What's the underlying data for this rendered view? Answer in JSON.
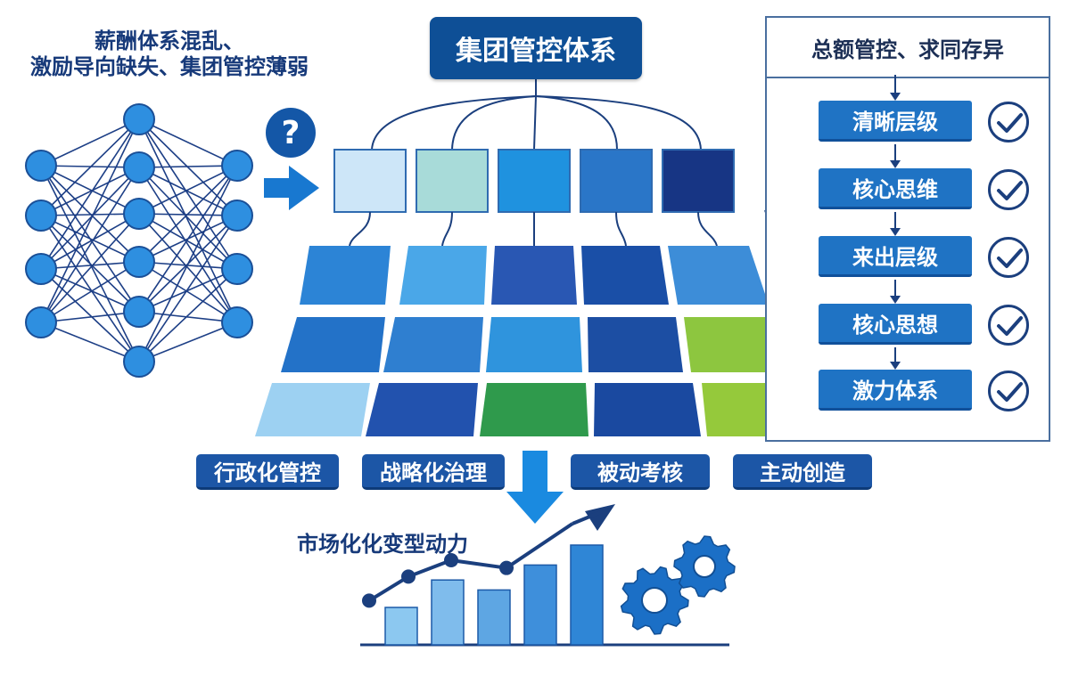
{
  "top_left_label": {
    "line1": "薪酬体系混乱、",
    "line2": "激励导向缺失、集团管控薄弱"
  },
  "question_mark": "?",
  "title": "集团管控体系",
  "right_panel": {
    "title": "总额管控、求同存异",
    "steps": [
      "清晰层级",
      "核心思维",
      "来出层级",
      "核心思想",
      "激力体系"
    ]
  },
  "tags": [
    "行政化管控",
    "战略化治理",
    "被动考核",
    "主动创造"
  ],
  "bottom_label": "市场化化变型动力",
  "bar_chart": {
    "values": [
      30,
      52,
      44,
      64,
      80
    ],
    "line_points": [
      20,
      45,
      62,
      54,
      100
    ]
  },
  "colors": {
    "primary": "#0e4f96",
    "node": "#2e8fe0",
    "green": "#8dc63f"
  },
  "icons": [
    "question-icon",
    "right-arrow-icon",
    "down-arrow-icon",
    "check-icon",
    "gear-icon",
    "trend-arrow-icon"
  ]
}
